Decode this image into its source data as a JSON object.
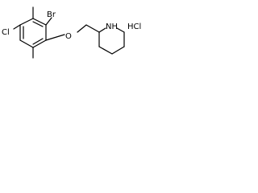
{
  "labels": {
    "bromine": "Br",
    "chlorine": "Cl",
    "oxygen": "O",
    "amine": "NH",
    "salt": "HCl"
  }
}
